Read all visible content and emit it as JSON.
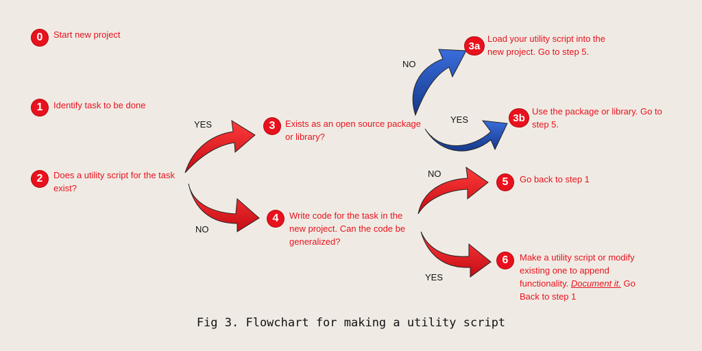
{
  "colors": {
    "background": "#efebe4",
    "red": "#e8111d",
    "blue": "#1f4fb3",
    "text": "#e8111d"
  },
  "steps": {
    "s0": {
      "badge": "0",
      "text": "Start new project"
    },
    "s1": {
      "badge": "1",
      "text": "Identify task to be done"
    },
    "s2": {
      "badge": "2",
      "line1": "Does a utility script for the task",
      "line2": "exist?"
    },
    "s3": {
      "badge": "3",
      "line1": "Exists as an open source package",
      "line2": "or library?"
    },
    "s3a": {
      "badge": "3a",
      "line1": "Load your utility script into the",
      "line2": "new project. Go to step 5."
    },
    "s3b": {
      "badge": "3b",
      "line1": "Use the package or library. Go to",
      "line2": "step 5."
    },
    "s4": {
      "badge": "4",
      "line1": "Write code for the task in the",
      "line2": "new project. Can the code be",
      "line3": "generalized?"
    },
    "s5": {
      "badge": "5",
      "text": "Go back to step 1"
    },
    "s6": {
      "badge": "6",
      "line1": "Make a utility script or modify",
      "line2": "existing one to append",
      "line3a": "functionality. ",
      "line3_emph": "Document it.",
      "line3b": " Go",
      "line4": "Back to step 1"
    }
  },
  "labels": {
    "yes_2_3": "YES",
    "no_2_4": "NO",
    "no_3_3a": "NO",
    "yes_3_3b": "YES",
    "no_4_5": "NO",
    "yes_4_6": "YES"
  },
  "caption": "Fig 3. Flowchart for making a utility script"
}
